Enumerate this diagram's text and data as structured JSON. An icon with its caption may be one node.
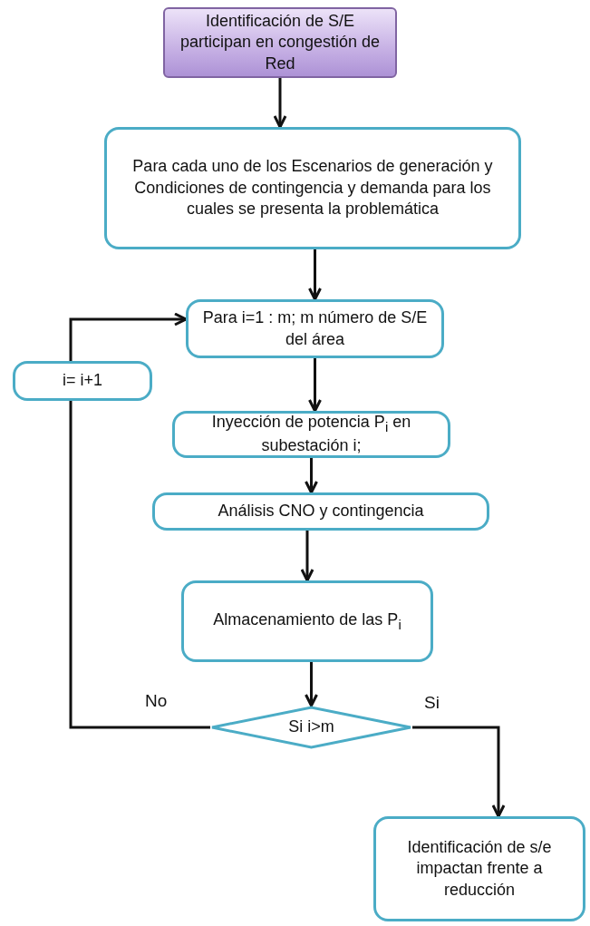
{
  "diagram": {
    "nodes": [
      {
        "text": [
          "Identificación de S/E participan en congestión de Red"
        ]
      },
      {
        "text": [
          "Para cada uno de los Escenarios de generación y Condiciones de contingencia y demanda para los cuales se presenta la problemática"
        ]
      },
      {
        "text": [
          "Para i=1 : m; m número de S/E del área"
        ]
      },
      {
        "text": [
          "i= i+1"
        ]
      },
      {
        "text": [
          "Inyección de potencia P$_{i}$ en subestación i;"
        ]
      },
      {
        "text": [
          "Análisis  CNO y contingencia"
        ]
      },
      {
        "text": [
          "Almacenamiento de las P$_{i}$"
        ]
      },
      {
        "text": [
          "Si i>m"
        ]
      },
      {
        "text": [
          "Identificación de s/e impactan frente a reducción"
        ]
      }
    ],
    "edges": [
      {
        "from": 0,
        "to": 1,
        "arrow": "to"
      },
      {
        "from": 1,
        "to": 2,
        "arrow": "to"
      },
      {
        "from": 2,
        "to": 4,
        "arrow": "to"
      },
      {
        "from": 4,
        "to": 5,
        "arrow": "to"
      },
      {
        "from": 5,
        "to": 6,
        "arrow": "to"
      },
      {
        "from": 6,
        "to": 7,
        "arrow": "to"
      },
      {
        "from": 7,
        "to": 3,
        "label": "No",
        "arrow": "none"
      },
      {
        "from": 3,
        "to": 2,
        "arrow": "to"
      },
      {
        "from": 7,
        "to": 8,
        "label": "Si",
        "arrow": "to"
      }
    ]
  }
}
